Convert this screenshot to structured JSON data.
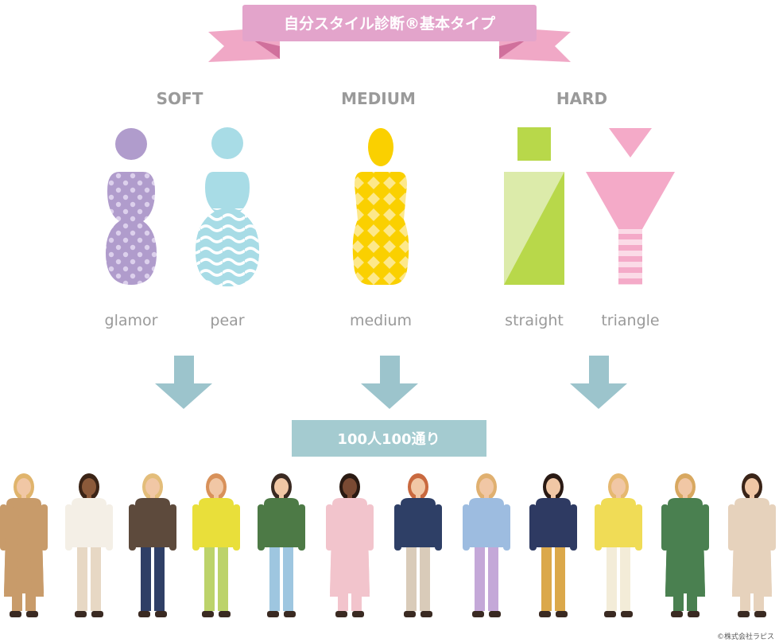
{
  "banner": {
    "title": "自分スタイル診断®基本タイプ"
  },
  "groups": [
    {
      "label": "SOFT"
    },
    {
      "label": "MEDIUM"
    },
    {
      "label": "HARD"
    }
  ],
  "types": [
    {
      "label": "glamor",
      "color": "#b09ccc",
      "pattern": "dots"
    },
    {
      "label": "pear",
      "color": "#a8dce6",
      "pattern": "waves"
    },
    {
      "label": "medium",
      "color": "#fad000",
      "pattern": "diamonds"
    },
    {
      "label": "straight",
      "color": "#c8dc5a",
      "pattern": "diagonal"
    },
    {
      "label": "triangle",
      "color": "#f4aac8",
      "pattern": "stripes"
    }
  ],
  "result_band": {
    "label": "100人100通り",
    "color": "#a4cbd0"
  },
  "arrow_color": "#9cc4cc",
  "copyright": "©株式会社ラピス",
  "figures": [
    {
      "top": "#c89b6a",
      "bottom": "#c89b6a",
      "skin": "#f1c7a5",
      "hair": "#e0b46c",
      "coat": true
    },
    {
      "top": "#f4efe6",
      "bottom": "#e7d8c4",
      "skin": "#8c5a3a",
      "hair": "#3b2416",
      "coat": false
    },
    {
      "top": "#5d4a3c",
      "bottom": "#2f3f66",
      "skin": "#f1c7a5",
      "hair": "#e3bd7a",
      "coat": false
    },
    {
      "top": "#e9df3a",
      "bottom": "#bcd36a",
      "skin": "#f1c7a5",
      "hair": "#d8915a",
      "coat": false
    },
    {
      "top": "#4d7a46",
      "bottom": "#9ec6e0",
      "skin": "#f1c7a5",
      "hair": "#3a2a22",
      "coat": false
    },
    {
      "top": "#f2c4cc",
      "bottom": "#f2c4cc",
      "skin": "#7a4a33",
      "hair": "#2a1a12",
      "coat": true
    },
    {
      "top": "#2e3f66",
      "bottom": "#d9cbb9",
      "skin": "#f1c7a5",
      "hair": "#c9693f",
      "coat": false
    },
    {
      "top": "#9dbce0",
      "bottom": "#c4a8d8",
      "skin": "#f1c7a5",
      "hair": "#e0b070",
      "coat": false
    },
    {
      "top": "#2e3a62",
      "bottom": "#dba84a",
      "skin": "#f1c7a5",
      "hair": "#2a1a14",
      "coat": false
    },
    {
      "top": "#f0dc56",
      "bottom": "#f3ecd8",
      "skin": "#f1c7a5",
      "hair": "#e6b870",
      "coat": false
    },
    {
      "top": "#4a8050",
      "bottom": "#4a8050",
      "skin": "#f1c7a5",
      "hair": "#d8a860",
      "coat": true
    },
    {
      "top": "#e6d2bc",
      "bottom": "#e6d2bc",
      "skin": "#f1c7a5",
      "hair": "#3a2418",
      "coat": true
    }
  ]
}
